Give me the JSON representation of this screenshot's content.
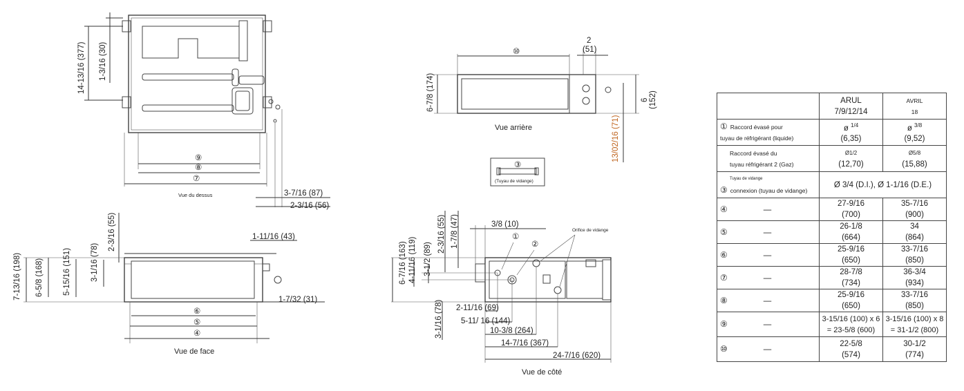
{
  "drawing": {
    "top_view": {
      "caption": "Vue du dessus",
      "dims": {
        "height": "14-13/16 (377)",
        "height2": "1-3/16 (30)",
        "d87": "3-7/16 (87)",
        "d56": "2-3/16 (56)",
        "c9": "⑨",
        "c8": "⑧",
        "c7": "⑦"
      }
    },
    "front_view": {
      "caption": "Vue de face",
      "dims": {
        "h198": "7-13/16 (198)",
        "h168": "6-5/8 (168)",
        "h151": "5-15/16 (151)",
        "h78": "3-1/16 (78)",
        "h55": "2-3/16 (55)",
        "d43": "1-11/16 (43)",
        "d31": "1-7/32 (31)",
        "c6": "⑥",
        "c5": "⑤",
        "c4": "④"
      }
    },
    "rear_view": {
      "caption": "Vue arrière",
      "dims": {
        "c10": "⑩",
        "top2": "2",
        "top51": "(51)",
        "h174": "6-7/8 (174)",
        "r6": "6",
        "r152": "(152)",
        "r71": "13/02/16 (71)"
      }
    },
    "drain": {
      "num": "③",
      "label": "(Tuyau de vidange)"
    },
    "side_view": {
      "caption": "Vue de côté",
      "orifice": "Orifice de vidange",
      "m1": "①",
      "m2": "②",
      "dims": {
        "d10": "3/8 (10)",
        "h163": "6-7/16 (163)",
        "h119": "4-11/16 (119)",
        "h89": "3-1/2 (89)",
        "h55": "2-3/16 (55)",
        "h47": "1-7/8 (47)",
        "h78": "3-1/16 (78)",
        "d69": "2-11/16 (69)",
        "d144": "5-11/ 16 (144)",
        "d264": "10-3/8 (264)",
        "d367": "14-7/16 (367)",
        "d620": "24-7/16 (620)"
      }
    }
  },
  "table": {
    "header": {
      "col1_line1": "ARUL",
      "col1_line2": "7/9/12/14",
      "col2_line1": "AVRIL",
      "col2_line2": "18"
    },
    "rows": [
      {
        "mark": "①",
        "label1": "Raccord évasé pour",
        "label2": "tuyau de réfrigérant (liquide)",
        "v1_sym": "ø",
        "v1_sup": "1/4",
        "v1_b": "(6,35)",
        "v2_sym": "ø",
        "v2_sup": "3/8",
        "v2_b": "(9,52)"
      },
      {
        "label1": "Raccord évasé du",
        "label2": "tuyau réfrigérant 2 (Gaz)",
        "v1_a": "Ø1/2",
        "v1_b": "(12,70)",
        "v2_a": "Ø5/8",
        "v2_b": "(15,88)"
      },
      {
        "mark": "③",
        "label1": "Tuyau de vidange",
        "label2": "connexion (tuyau de vidange)",
        "value": "Ø 3/4 (D.I.), Ø 1-1/16 (D.E.)"
      },
      {
        "mark": "④",
        "label": "—",
        "v1_a": "27-9/16",
        "v1_b": "(700)",
        "v2_a": "35-7/16",
        "v2_b": "(900)"
      },
      {
        "mark": "⑤",
        "label": "—",
        "v1_a": "26-1/8",
        "v1_b": "(664)",
        "v2_a": "34",
        "v2_b": "(864)"
      },
      {
        "mark": "⑥",
        "label": "—",
        "v1_a": "25-9/16",
        "v1_b": "(650)",
        "v2_a": "33-7/16",
        "v2_b": "(850)"
      },
      {
        "mark": "⑦",
        "label": "—",
        "v1_a": "28-7/8",
        "v1_b": "(734)",
        "v2_a": "36-3/4",
        "v2_b": "(934)"
      },
      {
        "mark": "⑧",
        "label": "—",
        "v1_a": "25-9/16",
        "v1_b": "(650)",
        "v2_a": "33-7/16",
        "v2_b": "(850)"
      },
      {
        "mark": "⑨",
        "label": "—",
        "v1_a": "3-15/16 (100) x 6",
        "v1_b": "= 23-5/8 (600)",
        "v2_a": "3-15/16 (100) x 8",
        "v2_b": "= 31-1/2 (800)"
      },
      {
        "mark": "⑩",
        "label": "—",
        "v1_a": "22-5/8",
        "v1_b": "(574)",
        "v2_a": "30-1/2",
        "v2_b": "(774)"
      }
    ]
  }
}
